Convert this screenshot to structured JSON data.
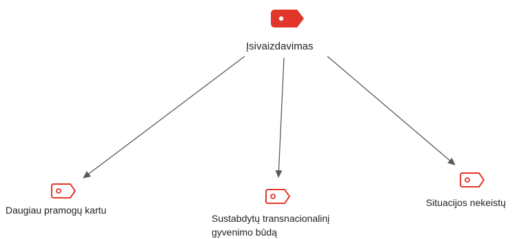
{
  "colors": {
    "accent": "#e2362a",
    "edge": "#595959",
    "text": "#1f1f1f"
  },
  "root": {
    "label": "Įsivaizdavimas",
    "icon": "tag-icon-filled"
  },
  "children": [
    {
      "label": "Daugiau pramogų kartu",
      "icon": "tag-icon-outline"
    },
    {
      "label_line1": "Sustabdytų transnacionalinį",
      "label_line2": "gyvenimo būdą",
      "icon": "tag-icon-outline"
    },
    {
      "label": "Situacijos nekeistų",
      "icon": "tag-icon-outline"
    }
  ]
}
